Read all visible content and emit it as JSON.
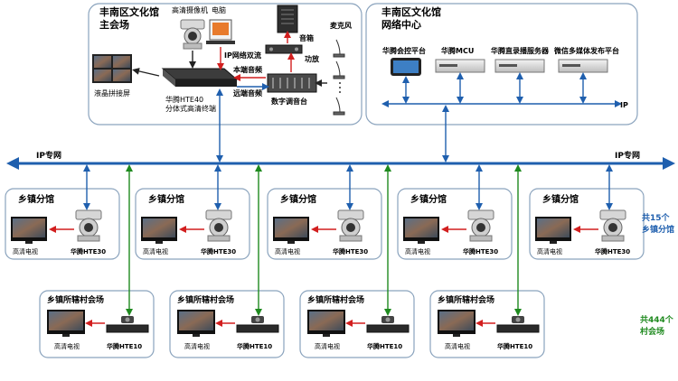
{
  "main_venue": {
    "title_line1": "丰南区文化馆",
    "title_line2": "主会场",
    "camera_label": "高清摄像机",
    "pc_label": "电脑",
    "speaker_label": "音箱",
    "mic_label": "麦克风",
    "amp_label": "功放",
    "ip_dual_label": "IP网络双流",
    "local_audio_label": "本端音频",
    "remote_audio_label": "远端音频",
    "lcd_label": "液晶拼接屏",
    "terminal_line1": "华腾HTE40",
    "terminal_line2": "分体式高清终端",
    "mixer_label": "数字调音台"
  },
  "network_center": {
    "title_line1": "丰南区文化馆",
    "title_line2": "网络中心",
    "platform_label": "华腾会控平台",
    "mcu_label": "华腾MCU",
    "recording_label": "华腾直录播服务器",
    "wechat_label": "微信多媒体发布平台",
    "ip_label": "IP"
  },
  "backbone": {
    "left_label": "IP专网",
    "right_label": "IP专网"
  },
  "branches": {
    "title": "乡镇分馆",
    "tv_label": "高清电视",
    "device_label": "华腾HTE30",
    "count_line1": "共15个",
    "count_line2": "乡镇分馆"
  },
  "villages": {
    "title": "乡镇所辖村会场",
    "tv_label": "高清电视",
    "device_label": "华腾HTE10",
    "count_line1": "共444个",
    "count_line2": "村会场"
  },
  "colors": {
    "blue": "#1f5fae",
    "green": "#1f8a1f",
    "red": "#d21f1f",
    "box_border": "#8aa3bd"
  }
}
